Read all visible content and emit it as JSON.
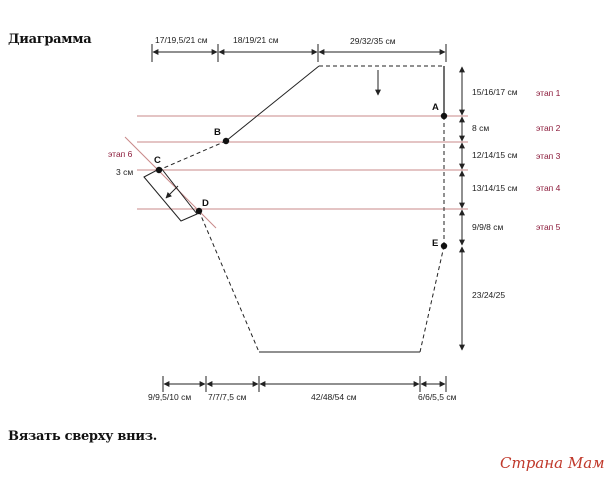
{
  "header": {
    "title": "Диаграмма"
  },
  "footer": {
    "note": "Вязать сверху вниз."
  },
  "logo": {
    "text": "Страна Мам"
  },
  "diagram": {
    "top_dims": [
      "17/19,5/21 см",
      "18/19/21 см",
      "29/32/35 см"
    ],
    "bottom_dims": [
      "9/9,5/10 см",
      "7/7/7,5 см",
      "42/48/54 см",
      "6/6/5,5 см"
    ],
    "right_dims": [
      "15/16/17 см",
      "8 см",
      "12/14/15 см",
      "13/14/15 см",
      "9/9/8 см",
      "23/24/25"
    ],
    "stages": [
      "этап 1",
      "этап 2",
      "этап 3",
      "этап 4",
      "этап 5"
    ],
    "stage6": "этап 6",
    "side_dim": "3 см",
    "points": [
      "A",
      "B",
      "C",
      "D",
      "E"
    ]
  },
  "colors": {
    "stage_line": "#c98a8a",
    "stage_text": "#8b1a3a",
    "outline": "#222222",
    "logo": "#c0392b"
  }
}
